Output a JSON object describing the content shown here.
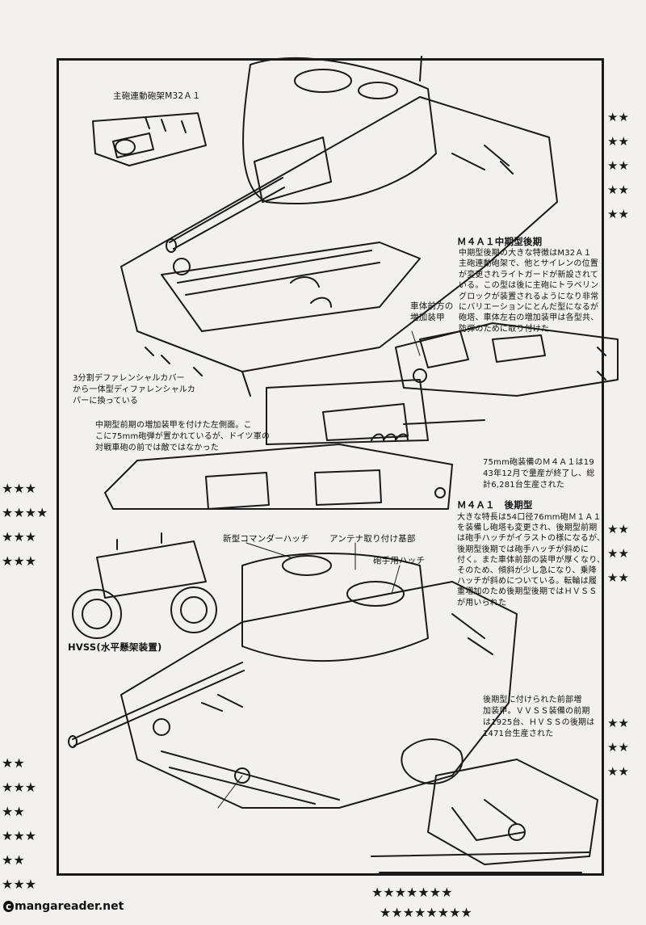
{
  "captions": {
    "m32a1_label": "主砲連動砲架M32Ａ１",
    "m4a1_mid_title": "Ｍ４Ａ１中期型後期",
    "m4a1_mid_body": "中期型後期の大きな特徴はM32Ａ１\n主砲連動砲架で、他とサイレンの位置\nが変更されライトガードが新設されて\nいる。この型は後に主砲にトラベリン\nグロックが装置されるようになり非常\nにバリエーションにとんだ型になるが\n砲塔、車体左右の増加装甲は各型共、\n防弾のために取り付けた",
    "front_armor": "車体前方の\n増加装甲",
    "diff_cover": "3分割デファレンシャルカバー\nから一体型ディファレンシャルカ\nバーに換っている",
    "early_side": "中期型前期の増加装甲を付けた左側面。こ\nこに75mm砲弾が置かれているが、ドイツ軍の\n対戦車砲の前では敵ではなかった",
    "production_75": "75mm砲装備のＭ４Ａ１は19\n43年12月で量産が終了し、総\n計6,281台生産された",
    "late_title": "Ｍ４Ａ１　後期型",
    "late_body": "大きな特長は54口径76mm砲Ｍ１Ａ１\nを装備し砲塔も変更され、後期型前期\nは砲手ハッチがイラストの様になるが、\n後期型後期では砲手ハッチが斜めに\n付く。また車体前部の装甲が厚くなり、\nそのため、傾斜が少し急になり、乗降\nハッチが斜めについている。転輪は履\n重増加のため後期型後期ではＨＶＳＳ\nが用いられた",
    "new_hatch": "新型コマンダーハッチ",
    "antenna": "アンテナ取り付け基部",
    "gunner_hatch": "砲手用ハッチ",
    "hvss": "HVSS(水平懸架装置)",
    "late_front": "後期型に付けられた前部増\n加装甲。ＶＶＳＳ装備の前期\nは1925台、ＨＶＳＳの後期は\n1471台生産された"
  },
  "watermark": {
    "c": "c",
    "text": "mangareader.net"
  }
}
